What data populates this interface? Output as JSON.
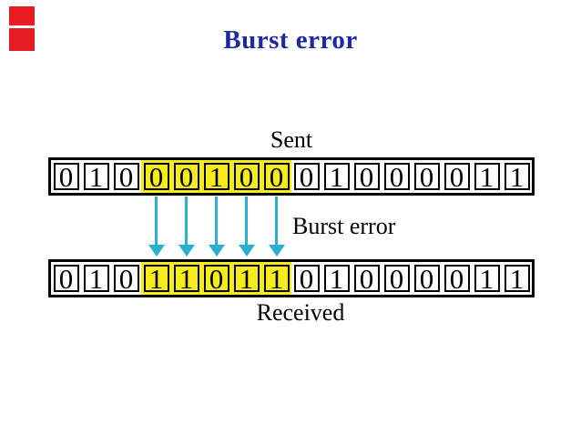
{
  "title": {
    "text": "Burst error",
    "color": "#1b2aa0"
  },
  "corner_mark": {
    "color": "#e81c25"
  },
  "diagram": {
    "sent_label": "Sent",
    "burst_label": "Burst error",
    "received_label": "Received",
    "sent_bits": [
      "0",
      "1",
      "0",
      "0",
      "0",
      "1",
      "0",
      "0",
      "0",
      "1",
      "0",
      "0",
      "0",
      "0",
      "1",
      "1"
    ],
    "received_bits": [
      "0",
      "1",
      "0",
      "1",
      "1",
      "0",
      "1",
      "1",
      "0",
      "1",
      "0",
      "0",
      "0",
      "0",
      "1",
      "1"
    ],
    "highlight_start": 3,
    "highlight_end": 7,
    "highlight_color": "#f5ec19",
    "arrow_color": "#29afd0",
    "num_arrows": 5
  }
}
